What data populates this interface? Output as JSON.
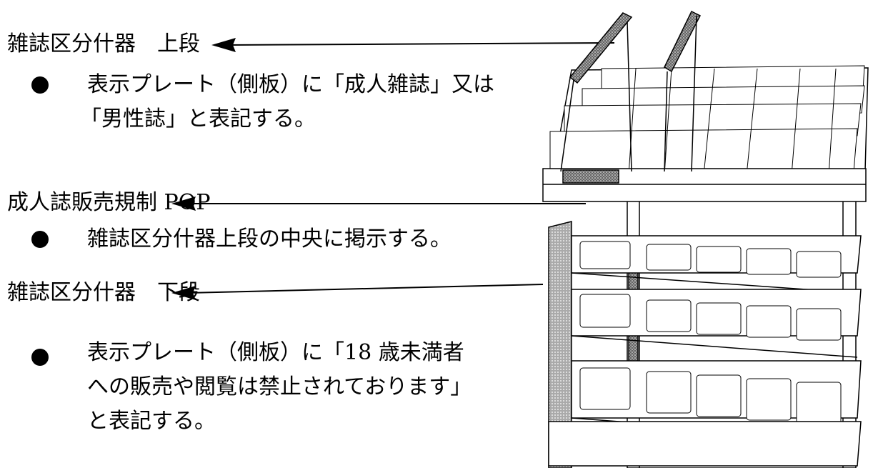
{
  "sections": [
    {
      "heading": "雑誌区分什器　上段",
      "lines": [
        "表示プレート（側板）に「成人雑誌」又は",
        "「男性誌」と表記する。"
      ]
    },
    {
      "heading": "成人誌販売規制 POP",
      "lines": [
        "雑誌区分什器上段の中央に掲示する。"
      ]
    },
    {
      "heading": "雑誌区分什器　下段",
      "lines": [
        "表示プレート（側板）に「18 歳未満者",
        "への販売や閲覧は禁止されております」",
        "と表記する。"
      ]
    }
  ]
}
